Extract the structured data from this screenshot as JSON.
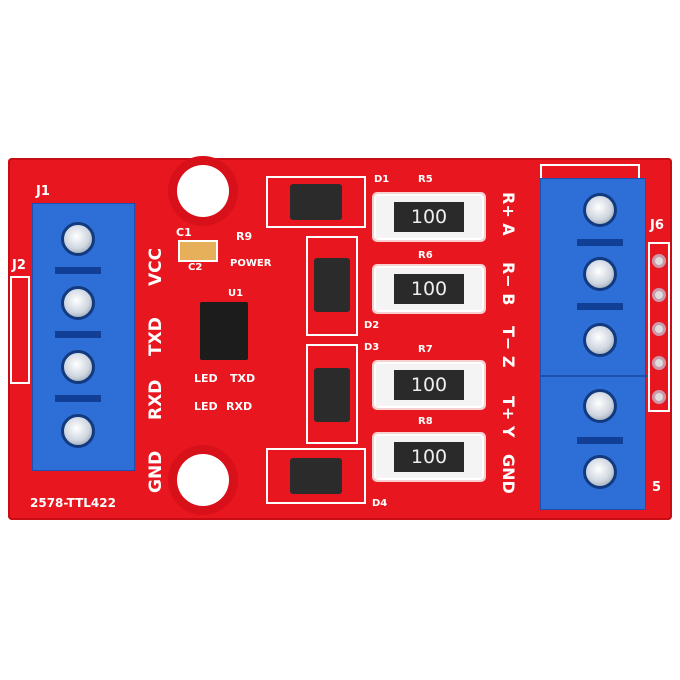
{
  "board": {
    "left_connector_label": "J1",
    "left_header_label": "J2",
    "right_connector_label": "J6",
    "right_pin_label": "5",
    "model": "2578-TTL422",
    "left_pins": [
      "VCC",
      "TXD",
      "RXD",
      "GND"
    ],
    "right_pins": [
      "R+ A",
      "R− B",
      "T− Z",
      "T+ Y",
      "GND"
    ],
    "resistors": [
      {
        "ref": "R5",
        "value": "100"
      },
      {
        "ref": "R6",
        "value": "100"
      },
      {
        "ref": "R7",
        "value": "100"
      },
      {
        "ref": "R8",
        "value": "100"
      }
    ],
    "diodes": [
      "D1",
      "D2",
      "D3",
      "D4"
    ],
    "chip_label": "U1",
    "cap_label": "C1",
    "misc": {
      "r9": "R9",
      "power": "POWER",
      "led1": "LED",
      "led2": "LED",
      "txd": "TXD",
      "rxd": "RXD",
      "c2": "C2"
    },
    "colors": {
      "pcb": "#e8161e",
      "terminal": "#2d6fd6",
      "silkscreen": "#ffffff"
    }
  }
}
